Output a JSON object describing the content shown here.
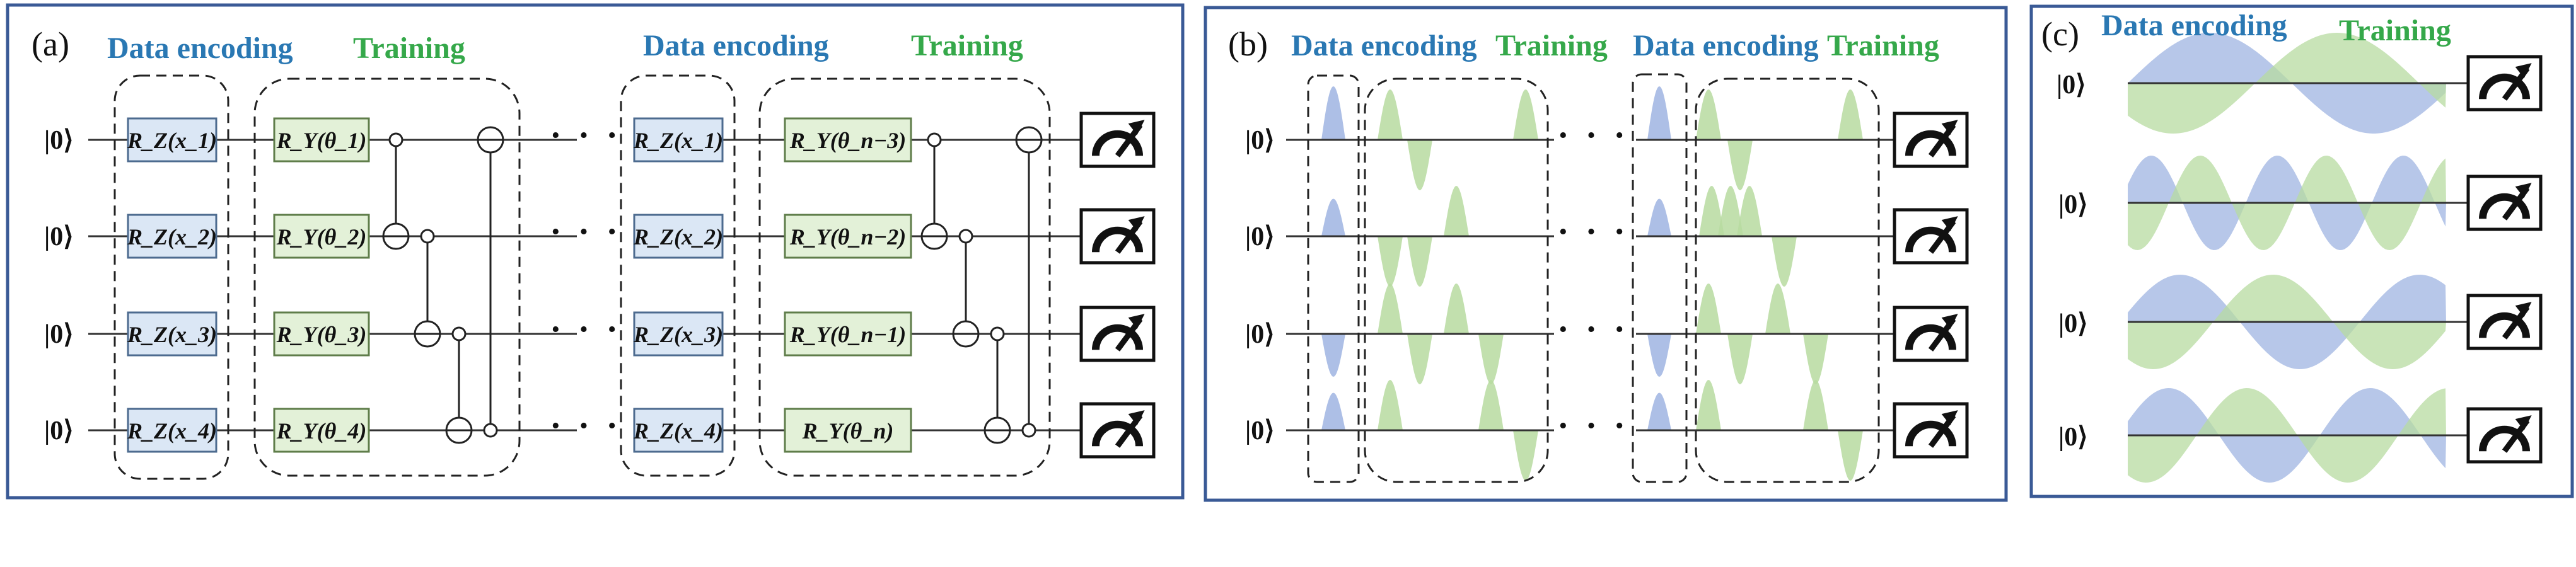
{
  "panels": {
    "a": {
      "label": "(a)",
      "headings": [
        {
          "text": "Data encoding",
          "color": "#2a78b3"
        },
        {
          "text": "Training",
          "color": "#35a84a"
        },
        {
          "text": "Data encoding",
          "color": "#2a78b3"
        },
        {
          "text": "Training",
          "color": "#35a84a"
        }
      ],
      "kets": [
        "|0⟩",
        "|0⟩",
        "|0⟩",
        "|0⟩"
      ],
      "encoding_gates_1": [
        "R_Z(x_1)",
        "R_Z(x_2)",
        "R_Z(x_3)",
        "R_Z(x_4)"
      ],
      "training_gates_1": [
        "R_Y(θ_1)",
        "R_Y(θ_2)",
        "R_Y(θ_3)",
        "R_Y(θ_4)"
      ],
      "encoding_gates_2": [
        "R_Z(x_1)",
        "R_Z(x_2)",
        "R_Z(x_3)",
        "R_Z(x_4)"
      ],
      "training_gates_2": [
        "R_Y(θ_n−3)",
        "R_Y(θ_n−2)",
        "R_Y(θ_n−1)",
        "R_Y(θ_n)"
      ],
      "ellipsis": "· · ·",
      "measurement_icon": "meter-icon"
    },
    "b": {
      "label": "(b)",
      "headings": [
        {
          "text": "Data encoding",
          "color": "#2a78b3"
        },
        {
          "text": "Training",
          "color": "#35a84a"
        },
        {
          "text": "Data encoding",
          "color": "#2a78b3"
        },
        {
          "text": "Training",
          "color": "#35a84a"
        }
      ],
      "kets": [
        "|0⟩",
        "|0⟩",
        "|0⟩",
        "|0⟩"
      ],
      "ellipsis": "· · ·",
      "measurement_icon": "meter-icon"
    },
    "c": {
      "label": "(c)",
      "headings": [
        {
          "text": "Data encoding",
          "color": "#2a78b3"
        },
        {
          "text": "Training",
          "color": "#35a84a"
        }
      ],
      "kets": [
        "|0⟩",
        "|0⟩",
        "|0⟩",
        "|0⟩"
      ],
      "measurement_icon": "meter-icon"
    }
  },
  "colors": {
    "frame": "#3a5a96",
    "encoding_fill": "#dbe7f5",
    "encoding_stroke": "#4d6b8f",
    "training_fill": "#e3f1d8",
    "training_stroke": "#5f7d4a",
    "blue_wave": "#9fb4e2",
    "green_wave": "#b7dba0",
    "wire": "#333333"
  }
}
